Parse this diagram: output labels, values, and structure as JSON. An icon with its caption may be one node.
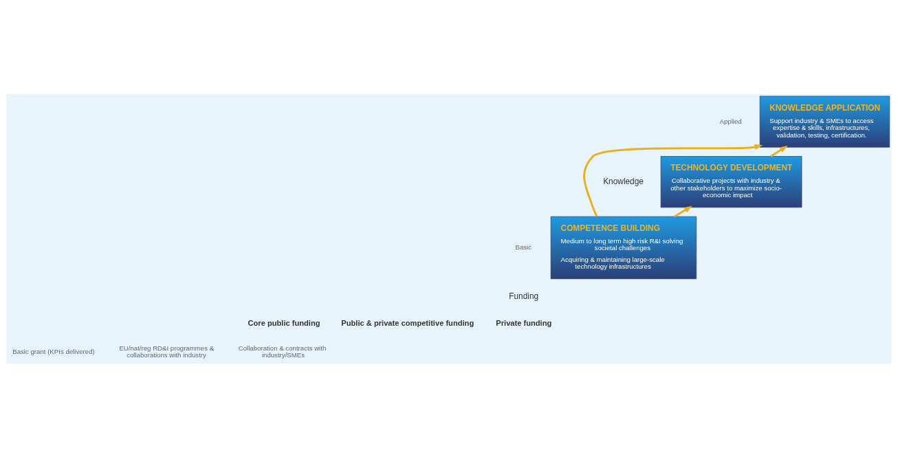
{
  "diagram": {
    "nodes": [
      {
        "text": [
          "COMPETENCE BUILDING",
          "Medium to long term high risk R&I solving societal challenges",
          "Acquiring & maintaining large-scale technology infrastructures"
        ]
      },
      {
        "text": [
          "TECHNOLOGY DEVELOPMENT",
          "Collaborative projects with industry & other stakeholders to maximize socio-economic impact"
        ]
      },
      {
        "text": [
          "KNOWLEDGE APPLICATION",
          "Support industry & SMEs to access expertise & skills, infrastructures, validation, testing, certification."
        ]
      }
    ],
    "edges": [
      {
        "from": 0,
        "to": 2,
        "arrow": "to"
      },
      {
        "from": 0,
        "to": 1,
        "arrow": "to"
      },
      {
        "from": 1,
        "to": 2,
        "arrow": "to"
      }
    ],
    "labels": [
      "Applied",
      "Knowledge",
      "Basic",
      "Funding",
      "Core public funding",
      "Basic grant (KPIs delivered)",
      "Public & private competitive funding",
      "EU/nat/reg RD&I programmes & collaborations with industry",
      "Private funding",
      "Collaboration & contracts with industry/SMEs"
    ]
  }
}
